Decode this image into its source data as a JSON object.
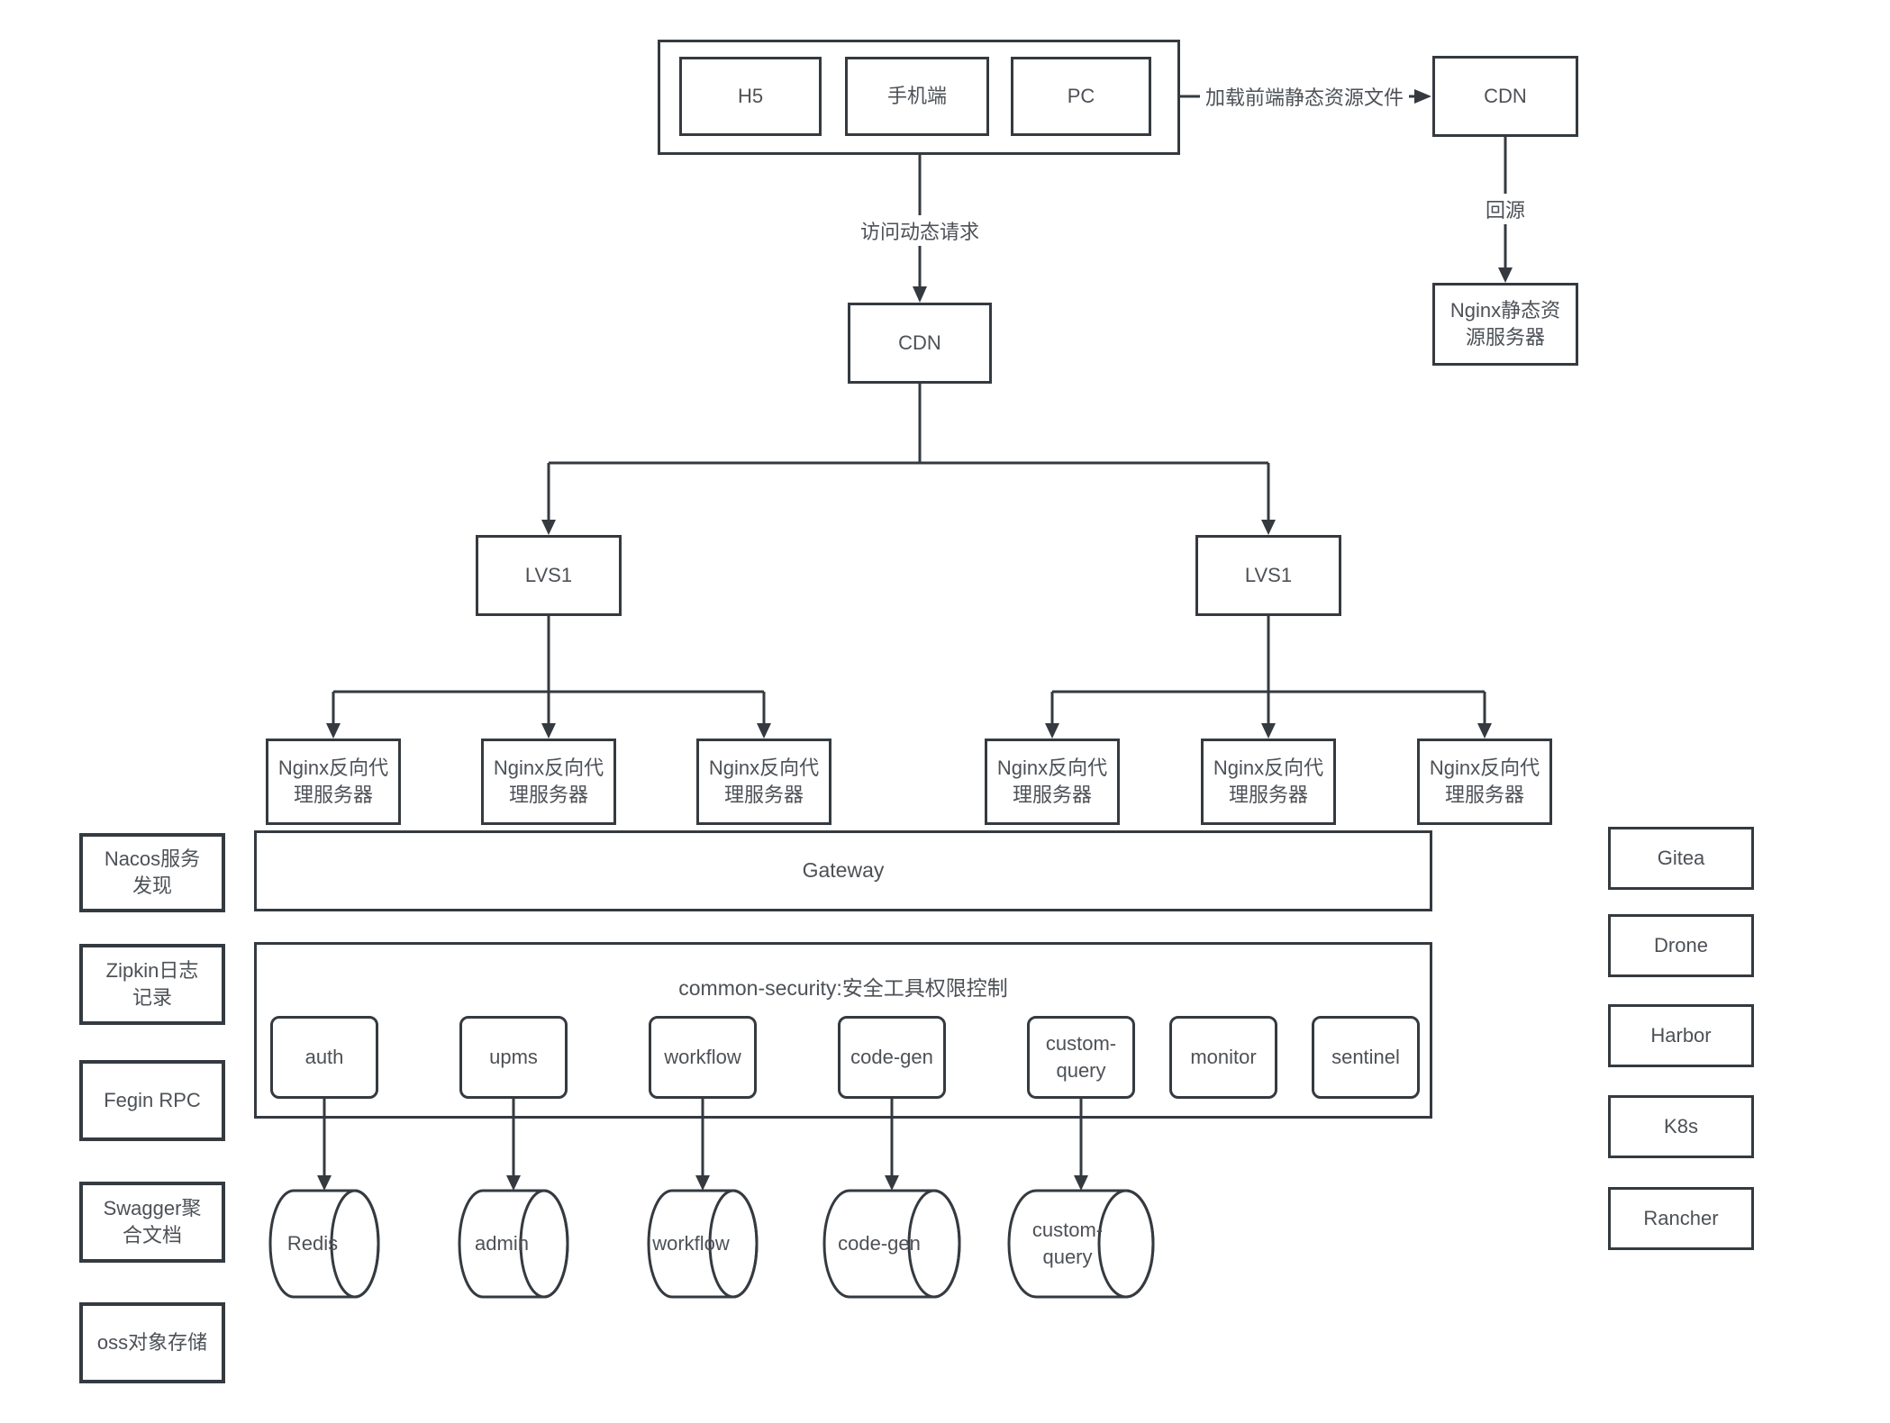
{
  "diagram": {
    "clients": {
      "h5": "H5",
      "mobile": "手机端",
      "pc": "PC"
    },
    "cdn_static": {
      "label": "CDN"
    },
    "nginx_static": {
      "label": "Nginx静态资\n源服务器"
    },
    "cdn_dynamic": {
      "label": "CDN"
    },
    "lvs_left": {
      "label": "LVS1"
    },
    "lvs_right": {
      "label": "LVS1"
    },
    "nginx_proxy_label": "Nginx反向代\n理服务器",
    "gateway": {
      "label": "Gateway"
    },
    "security": {
      "title": "common-security:安全工具权限控制",
      "services": [
        "auth",
        "upms",
        "workflow",
        "code-gen",
        "custom-\nquery",
        "monitor",
        "sentinel"
      ]
    },
    "databases": [
      "Redis",
      "admin",
      "workflow",
      "code-gen",
      "custom-\nquery"
    ],
    "edges": {
      "load_static": "加载前端静态资源文件",
      "back_to_origin": "回源",
      "dynamic_request": "访问动态请求"
    },
    "left_sidebar": [
      "Nacos服务\n发现",
      "Zipkin日志\n记录",
      "Fegin RPC",
      "Swagger聚\n合文档",
      "oss对象存储"
    ],
    "right_sidebar": [
      "Gitea",
      "Drone",
      "Harbor",
      "K8s",
      "Rancher"
    ],
    "colors": {
      "line": "#343a40",
      "text": "#4d5156",
      "background": "#ffffff"
    }
  }
}
